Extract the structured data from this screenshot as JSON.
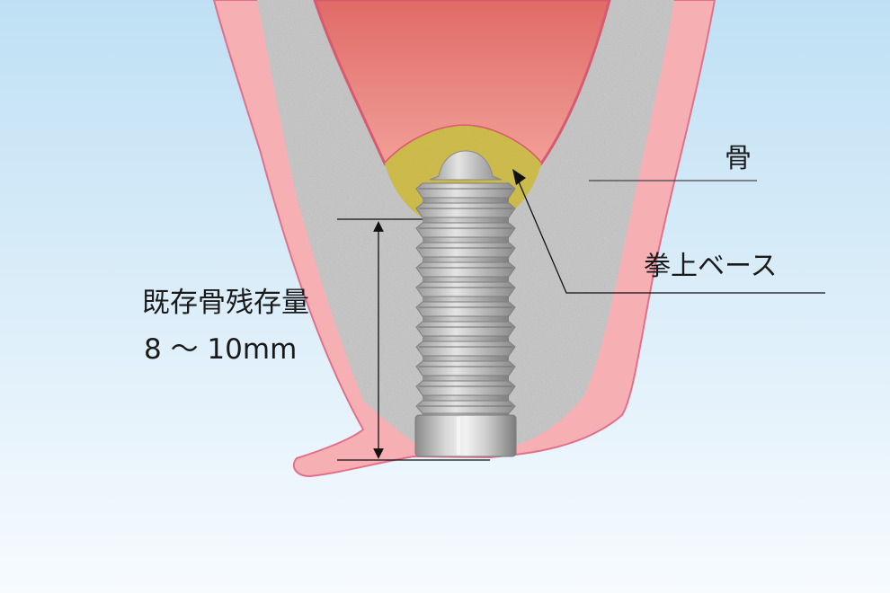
{
  "labels": {
    "bone": "骨",
    "lift_base": "拳上ベース",
    "existing_bone": "既存骨残存量",
    "measurement": "8 ～ 10mm"
  },
  "colors": {
    "background_top": "#bfe0f4",
    "background_bottom": "#f7fbfe",
    "gum": "#f6b0b4",
    "gum_outline": "#e2708a",
    "bone": "#c9c9c9",
    "sinus_top": "#e06a66",
    "sinus_bottom": "#f19f98",
    "graft": "#cdbb48",
    "implant": "#a9a9a9"
  }
}
